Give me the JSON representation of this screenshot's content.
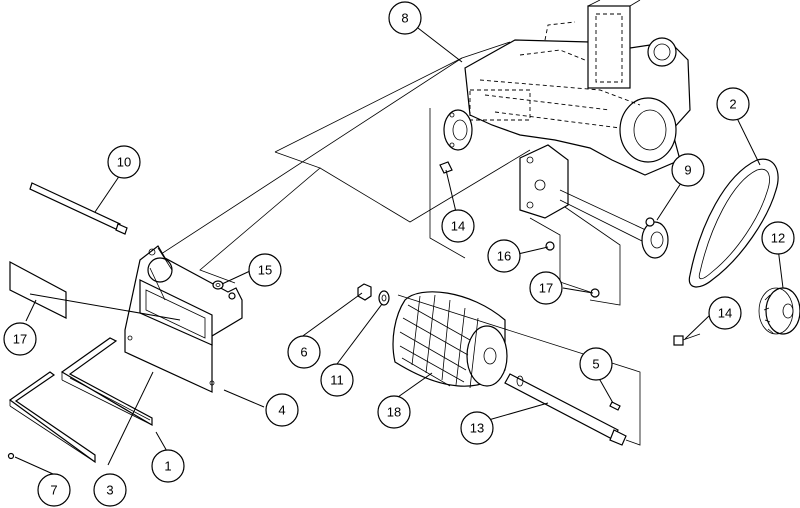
{
  "diagram": {
    "callouts": [
      {
        "id": "c1",
        "label": "1"
      },
      {
        "id": "c2",
        "label": "2"
      },
      {
        "id": "c3",
        "label": "3"
      },
      {
        "id": "c4",
        "label": "4"
      },
      {
        "id": "c5",
        "label": "5"
      },
      {
        "id": "c6",
        "label": "6"
      },
      {
        "id": "c7",
        "label": "7"
      },
      {
        "id": "c8",
        "label": "8"
      },
      {
        "id": "c9",
        "label": "9"
      },
      {
        "id": "c10",
        "label": "10"
      },
      {
        "id": "c11",
        "label": "11"
      },
      {
        "id": "c12",
        "label": "12"
      },
      {
        "id": "c13",
        "label": "13"
      },
      {
        "id": "c14a",
        "label": "14"
      },
      {
        "id": "c14b",
        "label": "14"
      },
      {
        "id": "c15",
        "label": "15"
      },
      {
        "id": "c16",
        "label": "16"
      },
      {
        "id": "c17a",
        "label": "17"
      },
      {
        "id": "c17b",
        "label": "17"
      },
      {
        "id": "c18",
        "label": "18"
      }
    ]
  }
}
